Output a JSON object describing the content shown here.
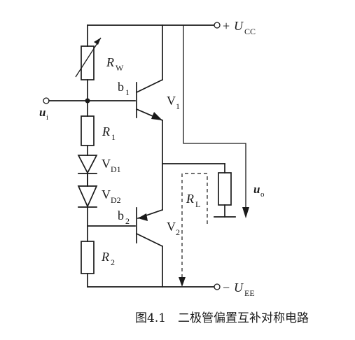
{
  "caption": "图4.1　二极管偏置互补对称电路",
  "labels": {
    "ucc_sign": "+",
    "ucc_main": "U",
    "ucc_sub": "CC",
    "uee_sign": "−",
    "uee_main": "U",
    "uee_sub": "EE",
    "rw_main": "R",
    "rw_sub": "W",
    "r1_main": "R",
    "r1_sub": "1",
    "r2_main": "R",
    "r2_sub": "2",
    "rl_main": "R",
    "rl_sub": "L",
    "vd1_main": "V",
    "vd1_sub": "D1",
    "vd2_main": "V",
    "vd2_sub": "D2",
    "v1_main": "V",
    "v1_sub": "1",
    "v2_main": "V",
    "v2_sub": "2",
    "b1_main": "b",
    "b1_sub": "1",
    "b2_main": "b",
    "b2_sub": "2",
    "ui_main": "u",
    "ui_sub": "i",
    "uo_main": "u",
    "uo_sub": "o"
  }
}
